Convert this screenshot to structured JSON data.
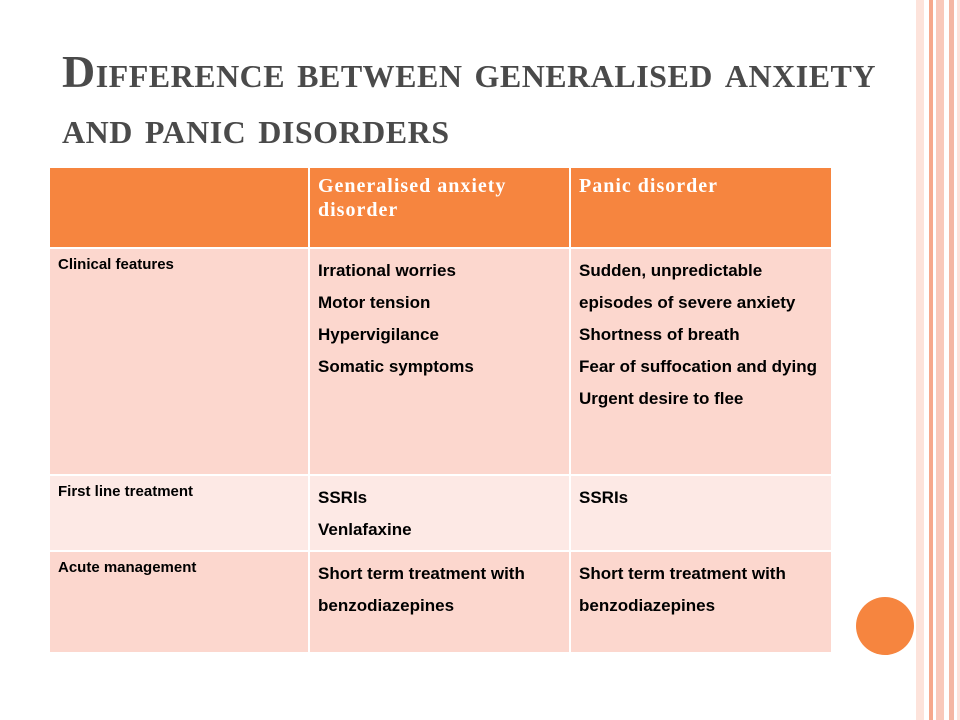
{
  "slide": {
    "title": "Difference between generalised anxiety and panic disorders",
    "accent_color": "#f6853f"
  },
  "table": {
    "headers": [
      "",
      "Generalised anxiety disorder",
      "Panic disorder"
    ],
    "rows": [
      {
        "label": "Clinical features",
        "gad": [
          "Irrational worries",
          "Motor tension",
          "Hypervigilance",
          "Somatic symptoms"
        ],
        "panic": [
          "Sudden, unpredictable episodes of severe anxiety",
          "Shortness of breath",
          "Fear of suffocation and dying Urgent desire to flee"
        ]
      },
      {
        "label": "First line treatment",
        "gad": [
          "SSRIs",
          "Venlafaxine"
        ],
        "panic": [
          "SSRIs"
        ]
      },
      {
        "label": "Acute management",
        "gad": [
          "Short term treatment with benzodiazepines"
        ],
        "panic": [
          "Short term treatment with benzodiazepines"
        ]
      }
    ]
  },
  "decor": {
    "stripe_colors": [
      "#f9c9bb",
      "#f6a88c",
      "#fde3db",
      "#f4b7a3"
    ],
    "dot_icon": "orange-circle"
  }
}
